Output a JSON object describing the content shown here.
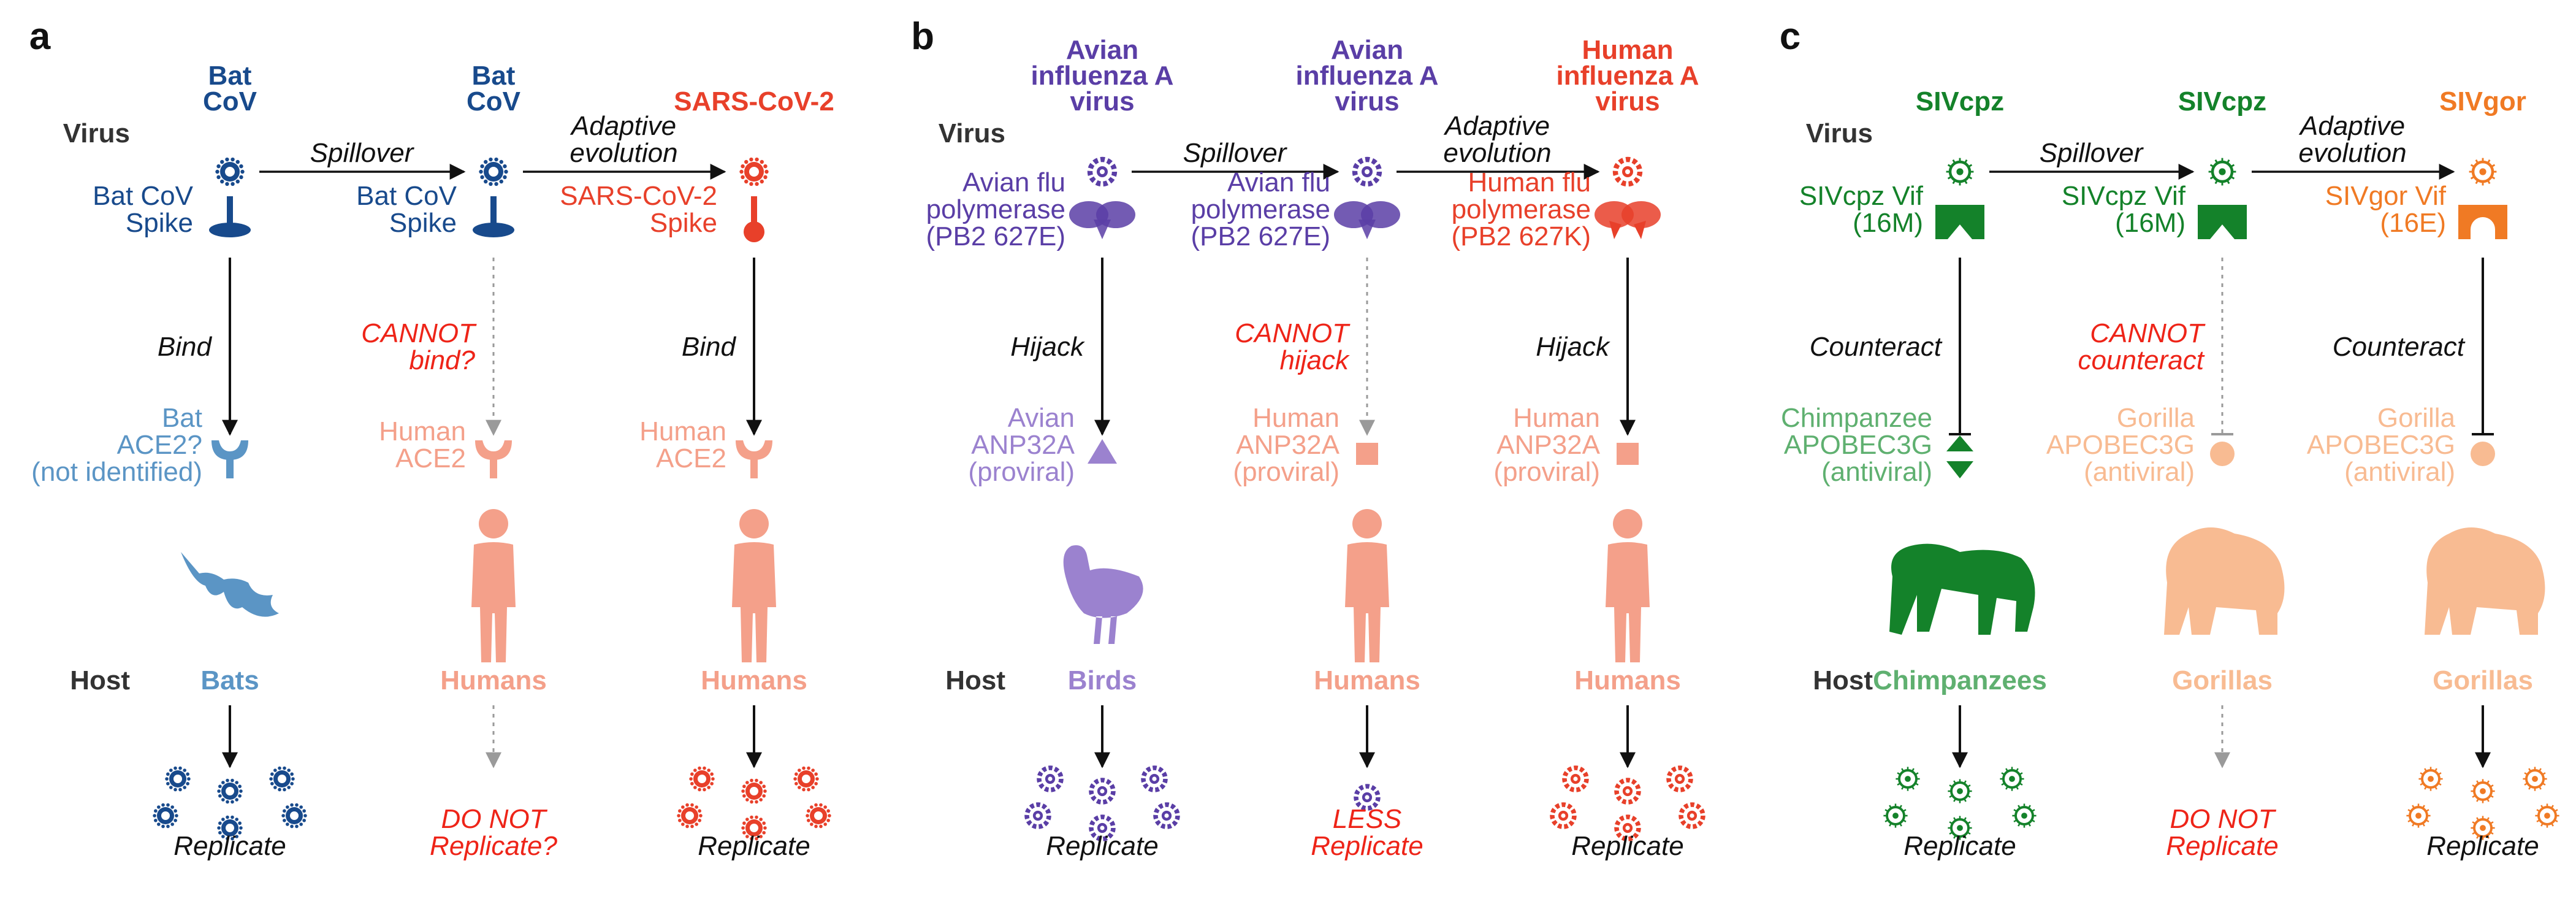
{
  "colors": {
    "bat_dark": "#184a8c",
    "bat_light": "#5b95c5",
    "human_light": "#f4a08a",
    "sars_red": "#e8402a",
    "avian_dark": "#5a3ea6",
    "avian_light": "#9b82cf",
    "chimp_dark": "#14822a",
    "chimp_light": "#5fb070",
    "gorilla_light": "#f8bb92",
    "gorilla_orange": "#f07a24",
    "red_text": "#ee2418",
    "black": "#111111",
    "gray_arrow": "#9a9a9a"
  },
  "panels": {
    "a": {
      "letter": "a",
      "row_virus": "Virus",
      "row_host": "Host",
      "col1": {
        "virus": "Bat\nCoV",
        "protein": "Bat CoV\nSpike",
        "interaction": "Bind",
        "receptor": "Bat\nACE2?\n(not identified)",
        "host": "Bats",
        "outcome": "Replicate"
      },
      "col2": {
        "virus": "Bat\nCoV",
        "protein": "Bat CoV\nSpike",
        "interaction": "CANNOT\nbind?",
        "receptor": "Human\nACE2",
        "host": "Humans",
        "outcome": "DO NOT\nReplicate?"
      },
      "col3": {
        "virus": "SARS-CoV-2",
        "protein": "SARS-CoV-2\nSpike",
        "interaction": "Bind",
        "receptor": "Human\nACE2",
        "host": "Humans",
        "outcome": "Replicate"
      },
      "arrow1": "Spillover",
      "arrow2": "Adaptive\nevolution"
    },
    "b": {
      "letter": "b",
      "row_virus": "Virus",
      "row_host": "Host",
      "col1": {
        "virus": "Avian\ninfluenza A\nvirus",
        "protein": "Avian flu\npolymerase\n(PB2 627E)",
        "interaction": "Hijack",
        "receptor": "Avian\nANP32A\n(proviral)",
        "host": "Birds",
        "outcome": "Replicate"
      },
      "col2": {
        "virus": "Avian\ninfluenza A\nvirus",
        "protein": "Avian flu\npolymerase\n(PB2 627E)",
        "interaction": "CANNOT\nhijack",
        "receptor": "Human\nANP32A\n(proviral)",
        "host": "Humans",
        "outcome": "LESS\nReplicate"
      },
      "col3": {
        "virus": "Human\ninfluenza A\nvirus",
        "protein": "Human flu\npolymerase\n(PB2 627K)",
        "interaction": "Hijack",
        "receptor": "Human\nANP32A\n(proviral)",
        "host": "Humans",
        "outcome": "Replicate"
      },
      "arrow1": "Spillover",
      "arrow2": "Adaptive\nevolution"
    },
    "c": {
      "letter": "c",
      "row_virus": "Virus",
      "row_host": "Host",
      "col1": {
        "virus": "SIVcpz",
        "protein": "SIVcpz Vif\n(16M)",
        "interaction": "Counteract",
        "receptor": "Chimpanzee\nAPOBEC3G\n(antiviral)",
        "host": "Chimpanzees",
        "outcome": "Replicate"
      },
      "col2": {
        "virus": "SIVcpz",
        "protein": "SIVcpz Vif\n(16M)",
        "interaction": "CANNOT\ncounteract",
        "receptor": "Gorilla\nAPOBEC3G\n(antiviral)",
        "host": "Gorillas",
        "outcome": "DO NOT\nReplicate"
      },
      "col3": {
        "virus": "SIVgor",
        "protein": "SIVgor Vif\n(16E)",
        "interaction": "Counteract",
        "receptor": "Gorilla\nAPOBEC3G\n(antiviral)",
        "host": "Gorillas",
        "outcome": "Replicate"
      },
      "arrow1": "Spillover",
      "arrow2": "Adaptive\nevolution"
    }
  }
}
